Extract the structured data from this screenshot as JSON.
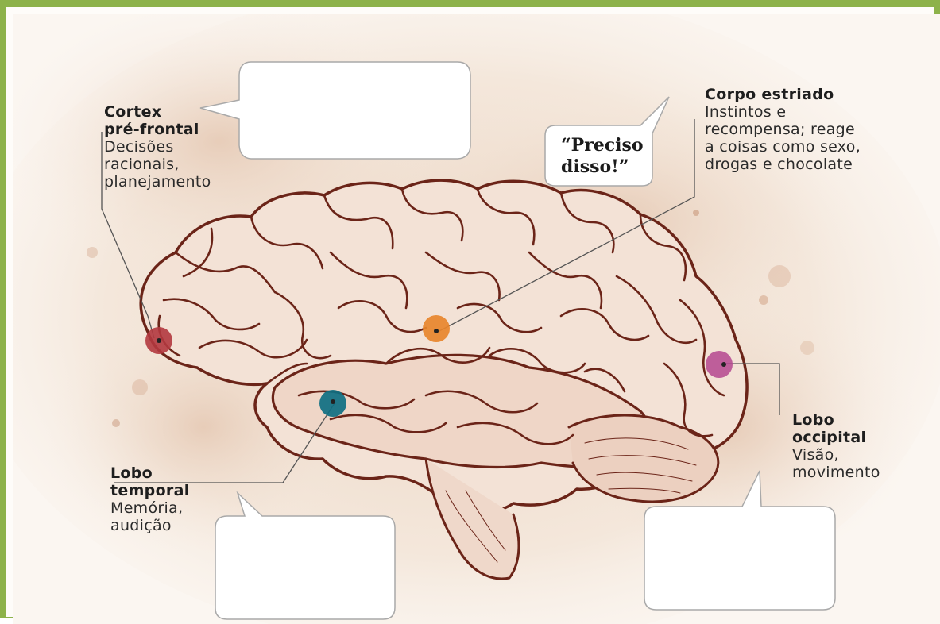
{
  "labels": {
    "prefrontal": {
      "title": "Cortex pré-frontal",
      "title_lines": [
        "Cortex",
        "pré-frontal"
      ],
      "desc_lines": [
        "Decisões",
        "racionais,",
        "planejamento"
      ],
      "color": "#b3383f"
    },
    "striatum": {
      "title": "Corpo estriado",
      "desc_lines": [
        "Instintos e",
        "recompensa; reage",
        "a coisas como sexo,",
        "drogas e chocolate"
      ],
      "color": "#e8862c"
    },
    "temporal": {
      "title": "Lobo temporal",
      "title_lines": [
        "Lobo",
        "temporal"
      ],
      "desc_lines": [
        "Memória,",
        "audição"
      ],
      "color": "#0f6f82"
    },
    "occipital": {
      "title": "Lobo occipital",
      "title_lines": [
        "Lobo",
        "occipital"
      ],
      "desc_lines": [
        "Visão,",
        "movimento"
      ],
      "color": "#b4478f"
    }
  },
  "bubbles": {
    "striatum_quote": [
      "“Preciso",
      "disso!”"
    ]
  },
  "colors": {
    "frame": "#8db24a",
    "brain_stroke": "#6b2418",
    "brain_fill": "#f1ddd0",
    "wash": "#ecd5c1"
  }
}
